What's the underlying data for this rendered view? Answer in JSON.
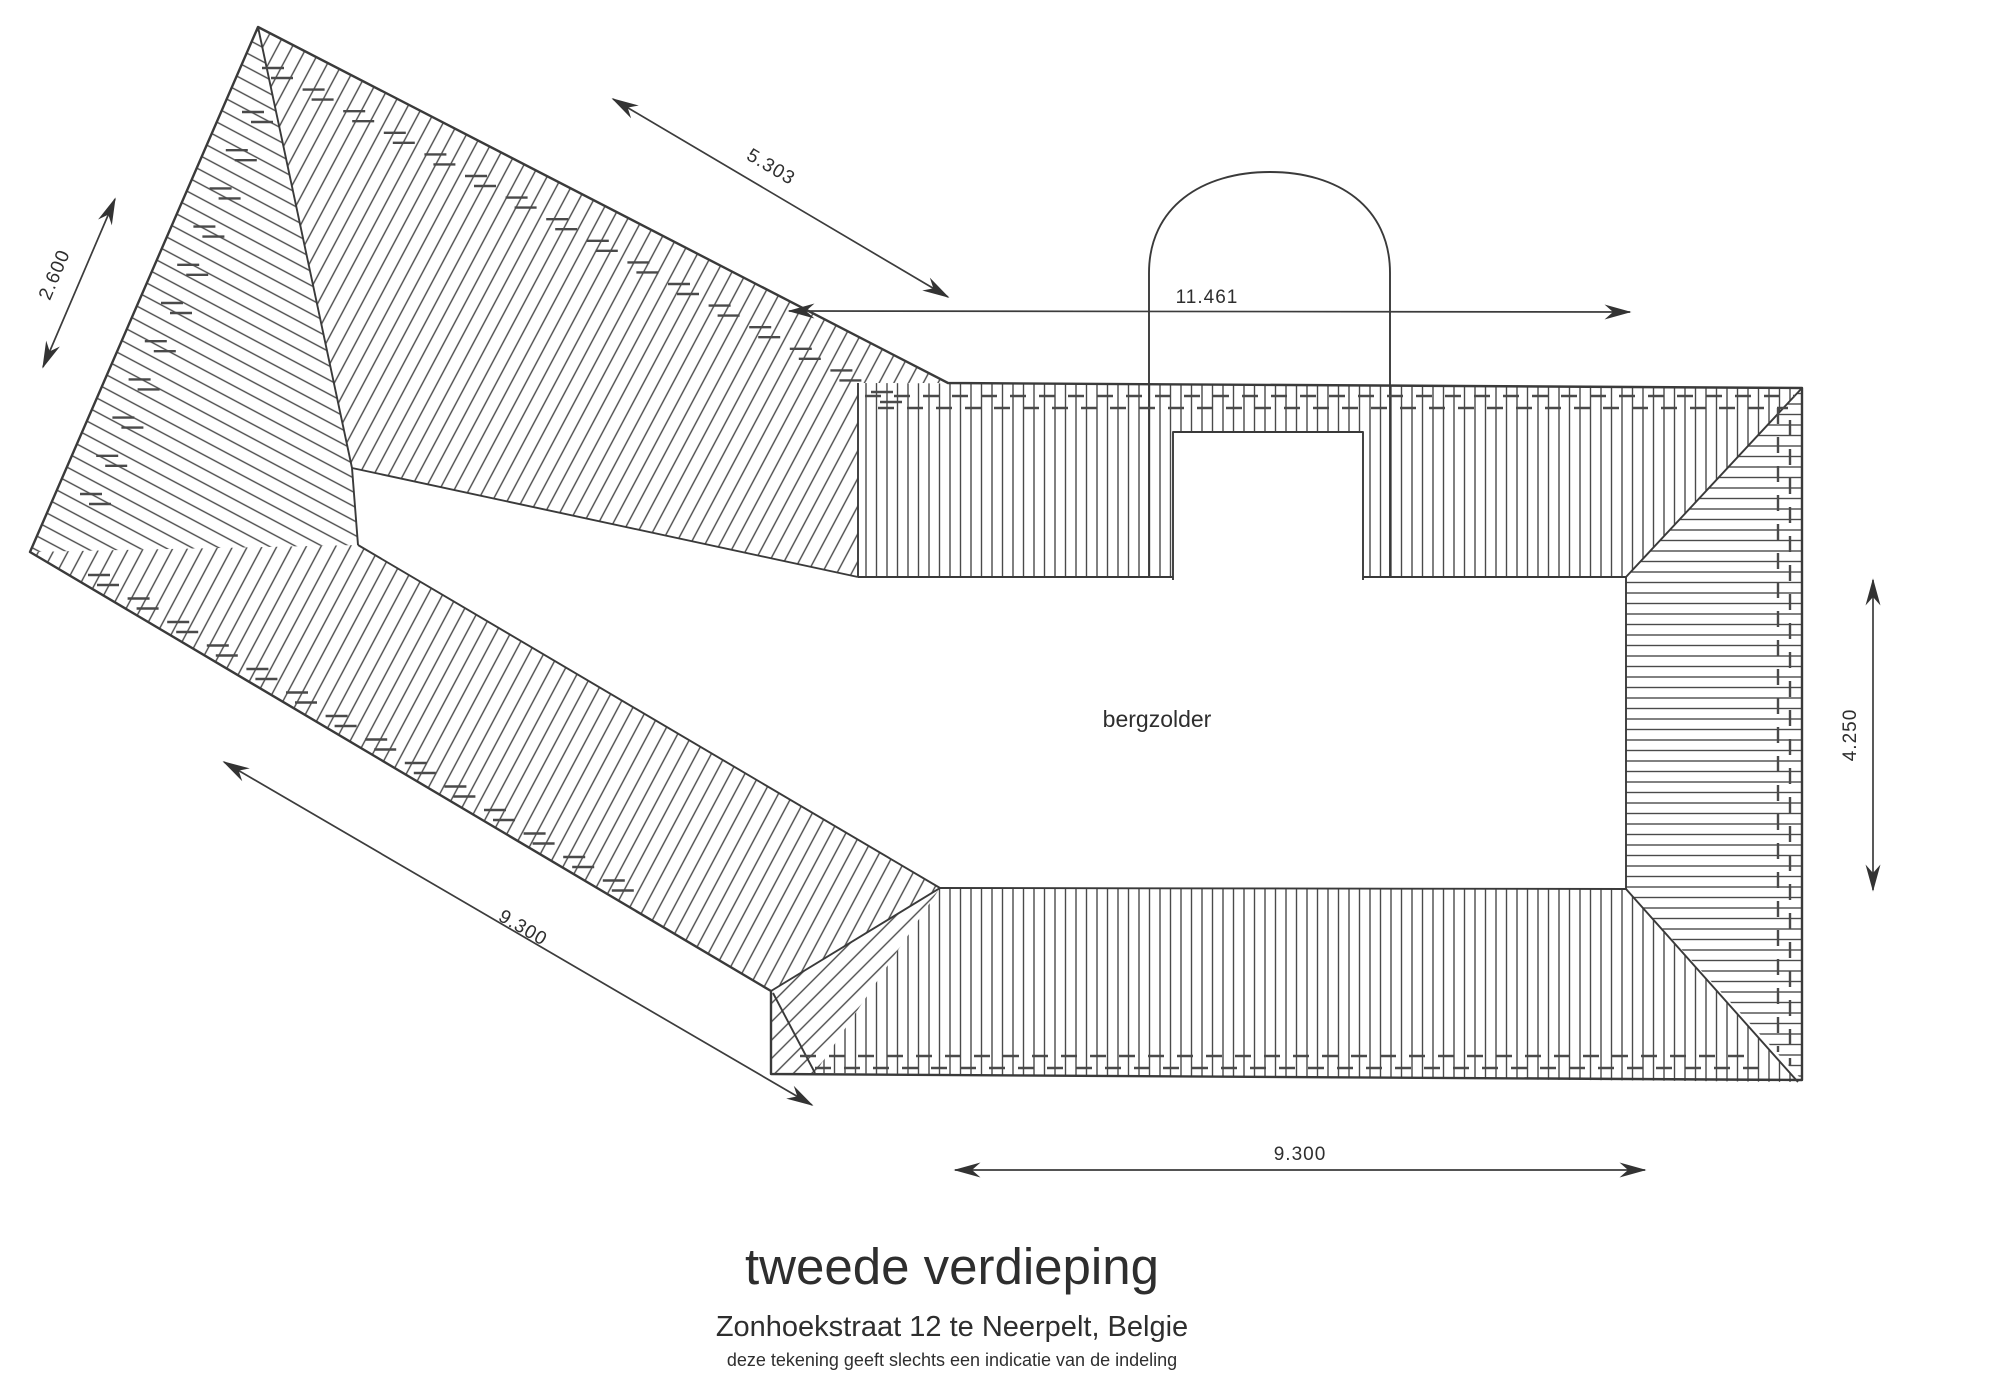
{
  "drawing": {
    "room_label": "bergzolder",
    "dimensions": {
      "nw_edge": "2.600",
      "ne_eave": "5.303",
      "top_width": "11.461",
      "sw_eave": "9.300",
      "right_height": "4.250",
      "bottom_width": "9.300"
    },
    "title_block": {
      "title": "tweede verdieping",
      "subtitle": "Zonhoekstraat 12 te Neerpelt, Belgie",
      "note": "deze tekening geeft slechts een indicatie van de indeling"
    },
    "colors": {
      "line": "#3a3a3a",
      "hatch": "#4a4a4a",
      "background": "#ffffff"
    }
  }
}
